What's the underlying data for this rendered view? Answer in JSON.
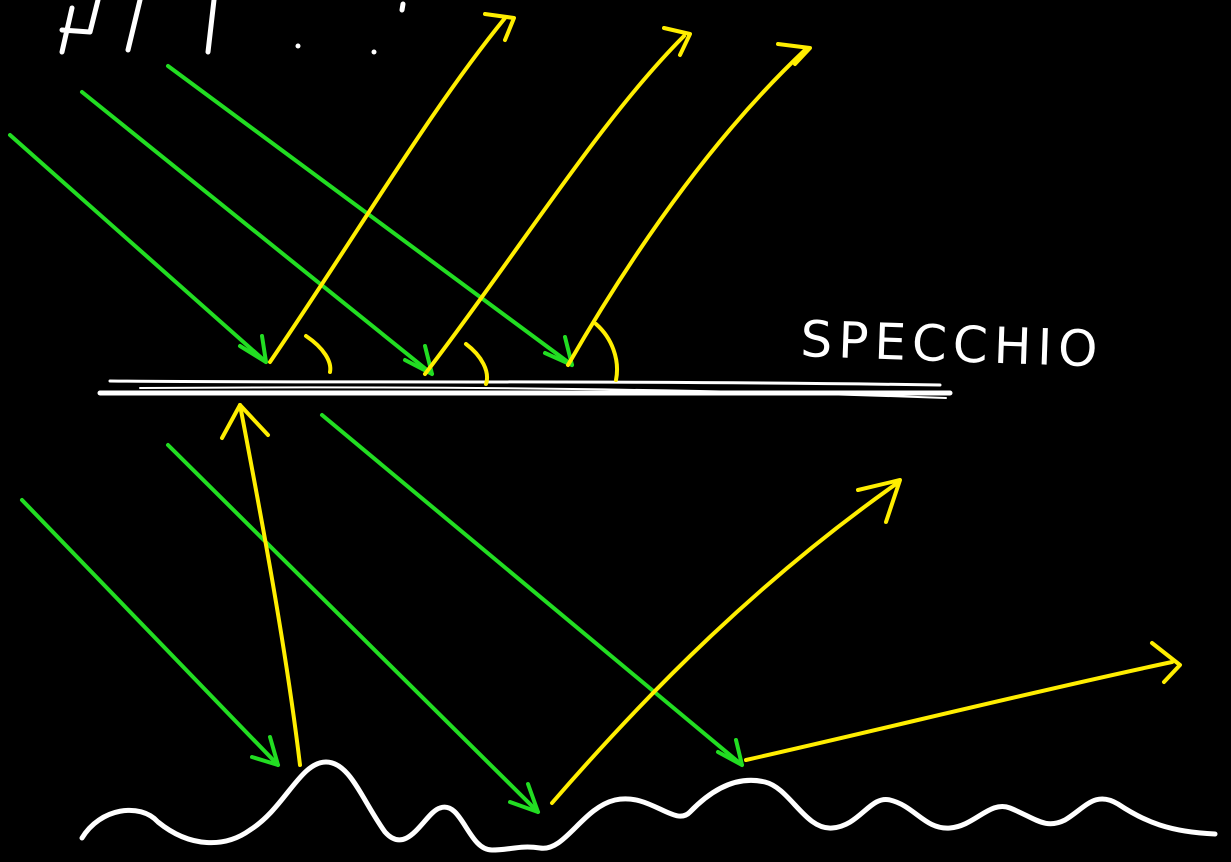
{
  "labels": {
    "mirror": "SPECCHIO"
  },
  "colors": {
    "background": "#000000",
    "surface": "#ffffff",
    "incident_ray": "#22dd22",
    "reflected_ray": "#ffee00"
  },
  "icons": {
    "incident": "green-arrow",
    "reflected": "yellow-arrow",
    "angle": "angle-arc"
  }
}
